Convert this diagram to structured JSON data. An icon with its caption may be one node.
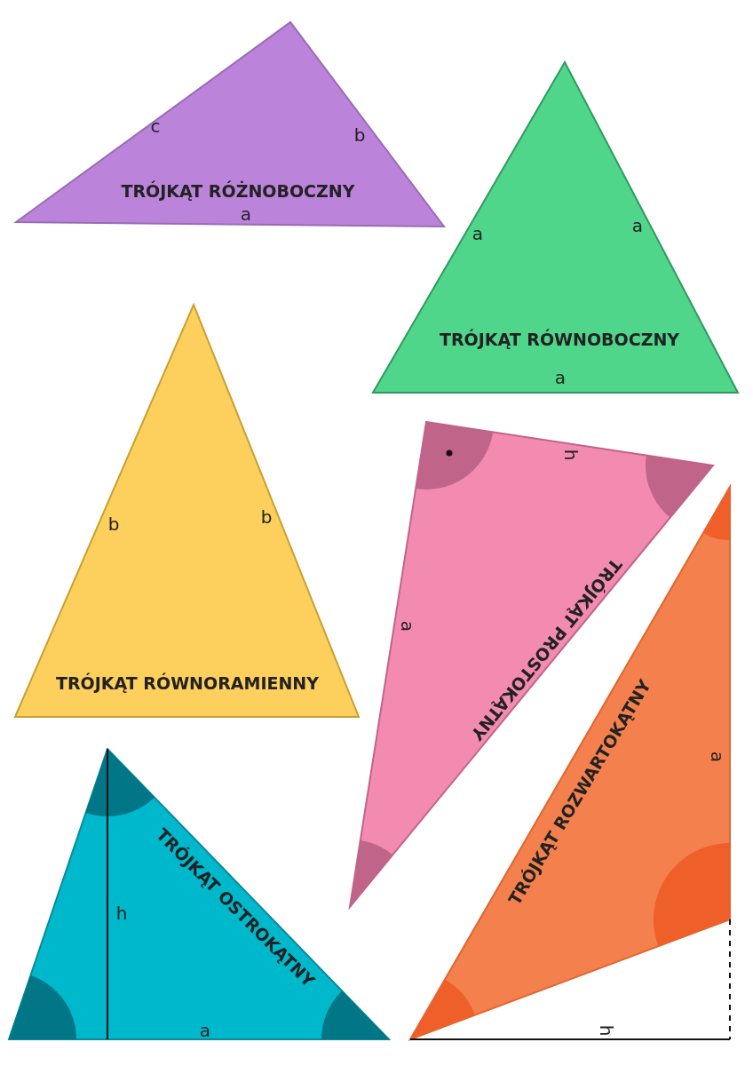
{
  "diagram": {
    "nodes": [
      {
        "text": [
          "c",
          "b",
          "TRÓJKĄT RÓŻNOBOCZNY",
          "a"
        ]
      },
      {
        "text": [
          "a",
          "a",
          "TRÓJKĄT RÓWNOBOCZNY",
          "a"
        ]
      },
      {
        "text": [
          "b",
          "b",
          "TRÓJKĄT RÓWNORAMIENNY"
        ]
      },
      {
        "text": [
          "h",
          "TRÓJKĄT PROSTOKĄTNY",
          "a"
        ]
      },
      {
        "text": [
          "TRÓJKĄT ROZWARTOKĄTNY",
          "a"
        ],
        "beside": [
          "h"
        ]
      },
      {
        "text": [
          "TRÓJKĄT OSTROKĄTNY",
          "h",
          "a"
        ]
      }
    ]
  }
}
